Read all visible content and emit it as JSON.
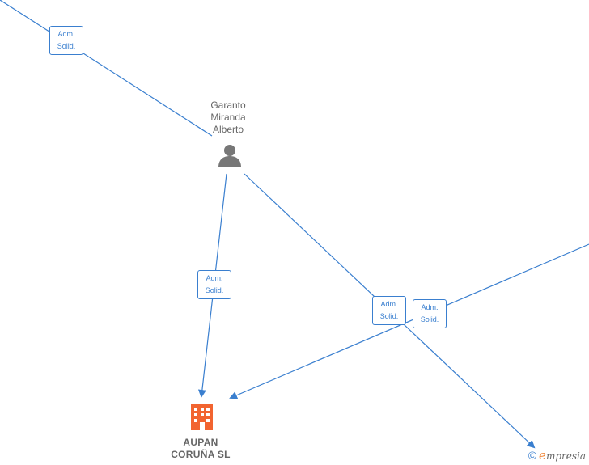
{
  "person": {
    "label": "Garanto\nMiranda\nAlberto"
  },
  "company": {
    "line1": "AUPAN",
    "line2": "CORUÑA  SL"
  },
  "edges": [
    {
      "id": "edge-1",
      "l1": "Adm.",
      "l2": "Solid."
    },
    {
      "id": "edge-2",
      "l1": "Adm.",
      "l2": "Solid."
    },
    {
      "id": "edge-3",
      "l1": "Adm.",
      "l2": "Solid."
    },
    {
      "id": "edge-4",
      "l1": "Adm.",
      "l2": "Solid."
    }
  ],
  "brand": {
    "copyright": "©",
    "initial": "e",
    "rest": "mpresia"
  },
  "colors": {
    "edge": "#3a7fcf",
    "company_icon": "#f26430",
    "person_icon": "#777777"
  }
}
